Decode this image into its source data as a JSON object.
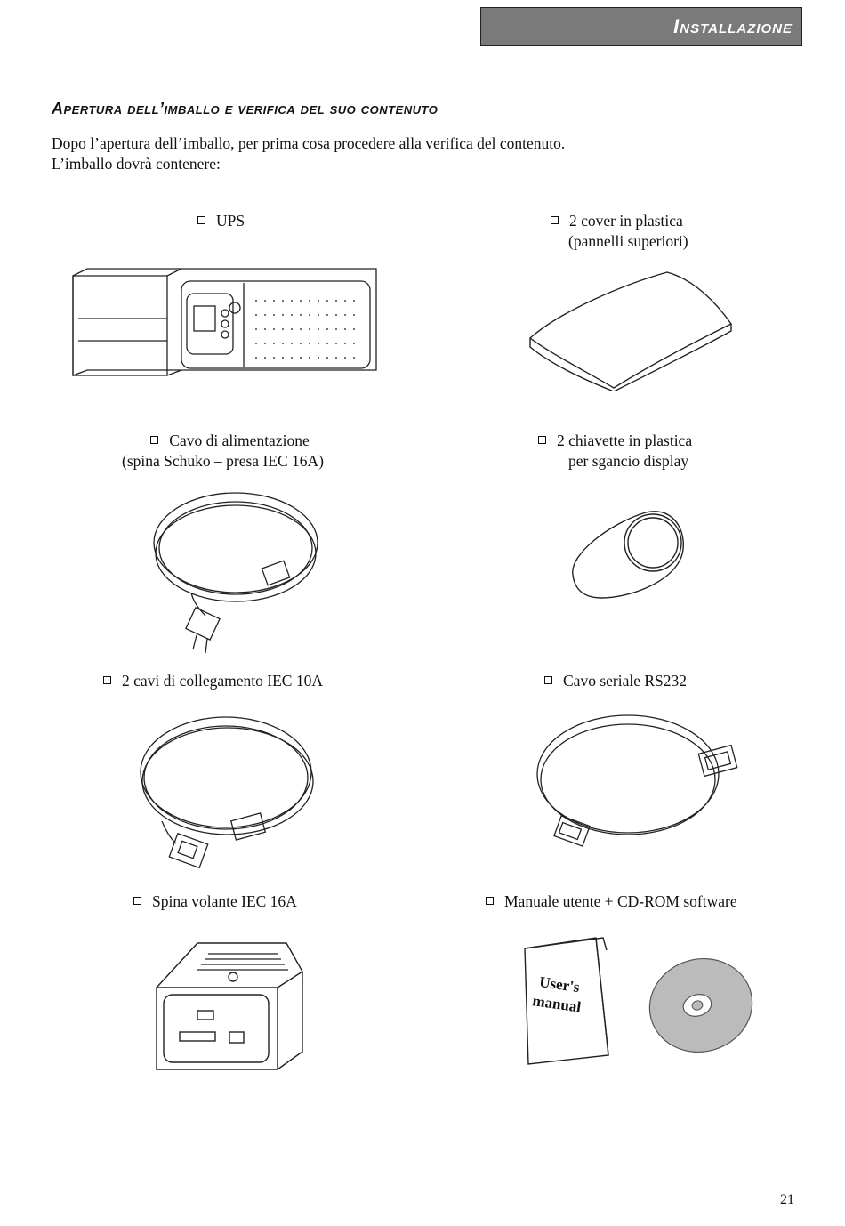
{
  "header": {
    "title": "Installazione"
  },
  "section": {
    "title": "Apertura dell’imballo e verifica del suo contenuto",
    "intro_line1": "Dopo l’apertura dell’imballo, per prima cosa procedere alla verifica del contenuto.",
    "intro_line2": "L’imballo dovrà contenere:"
  },
  "items": [
    {
      "line1": "UPS",
      "line2": "",
      "icon": "ups-unit-icon"
    },
    {
      "line1": "2 cover in plastica",
      "line2": "(pannelli superiori)",
      "icon": "plastic-cover-icon"
    },
    {
      "line1": "Cavo di alimentazione",
      "line2": "(spina Schuko – presa IEC 16A)",
      "icon": "power-cable-icon"
    },
    {
      "line1": "2 chiavette in plastica",
      "line2": "per sgancio display",
      "icon": "plastic-key-icon"
    },
    {
      "line1": "2 cavi di collegamento IEC 10A",
      "line2": "",
      "icon": "iec-cable-icon"
    },
    {
      "line1": "Cavo seriale RS232",
      "line2": "",
      "icon": "serial-cable-icon"
    },
    {
      "line1": "Spina volante IEC 16A",
      "line2": "",
      "icon": "iec-plug-icon"
    },
    {
      "line1": "Manuale utente + CD-ROM software",
      "line2": "",
      "icon": "manual-cd-icon"
    }
  ],
  "manual_cover": {
    "line1": "User's",
    "line2": "manual"
  },
  "page_number": "21"
}
